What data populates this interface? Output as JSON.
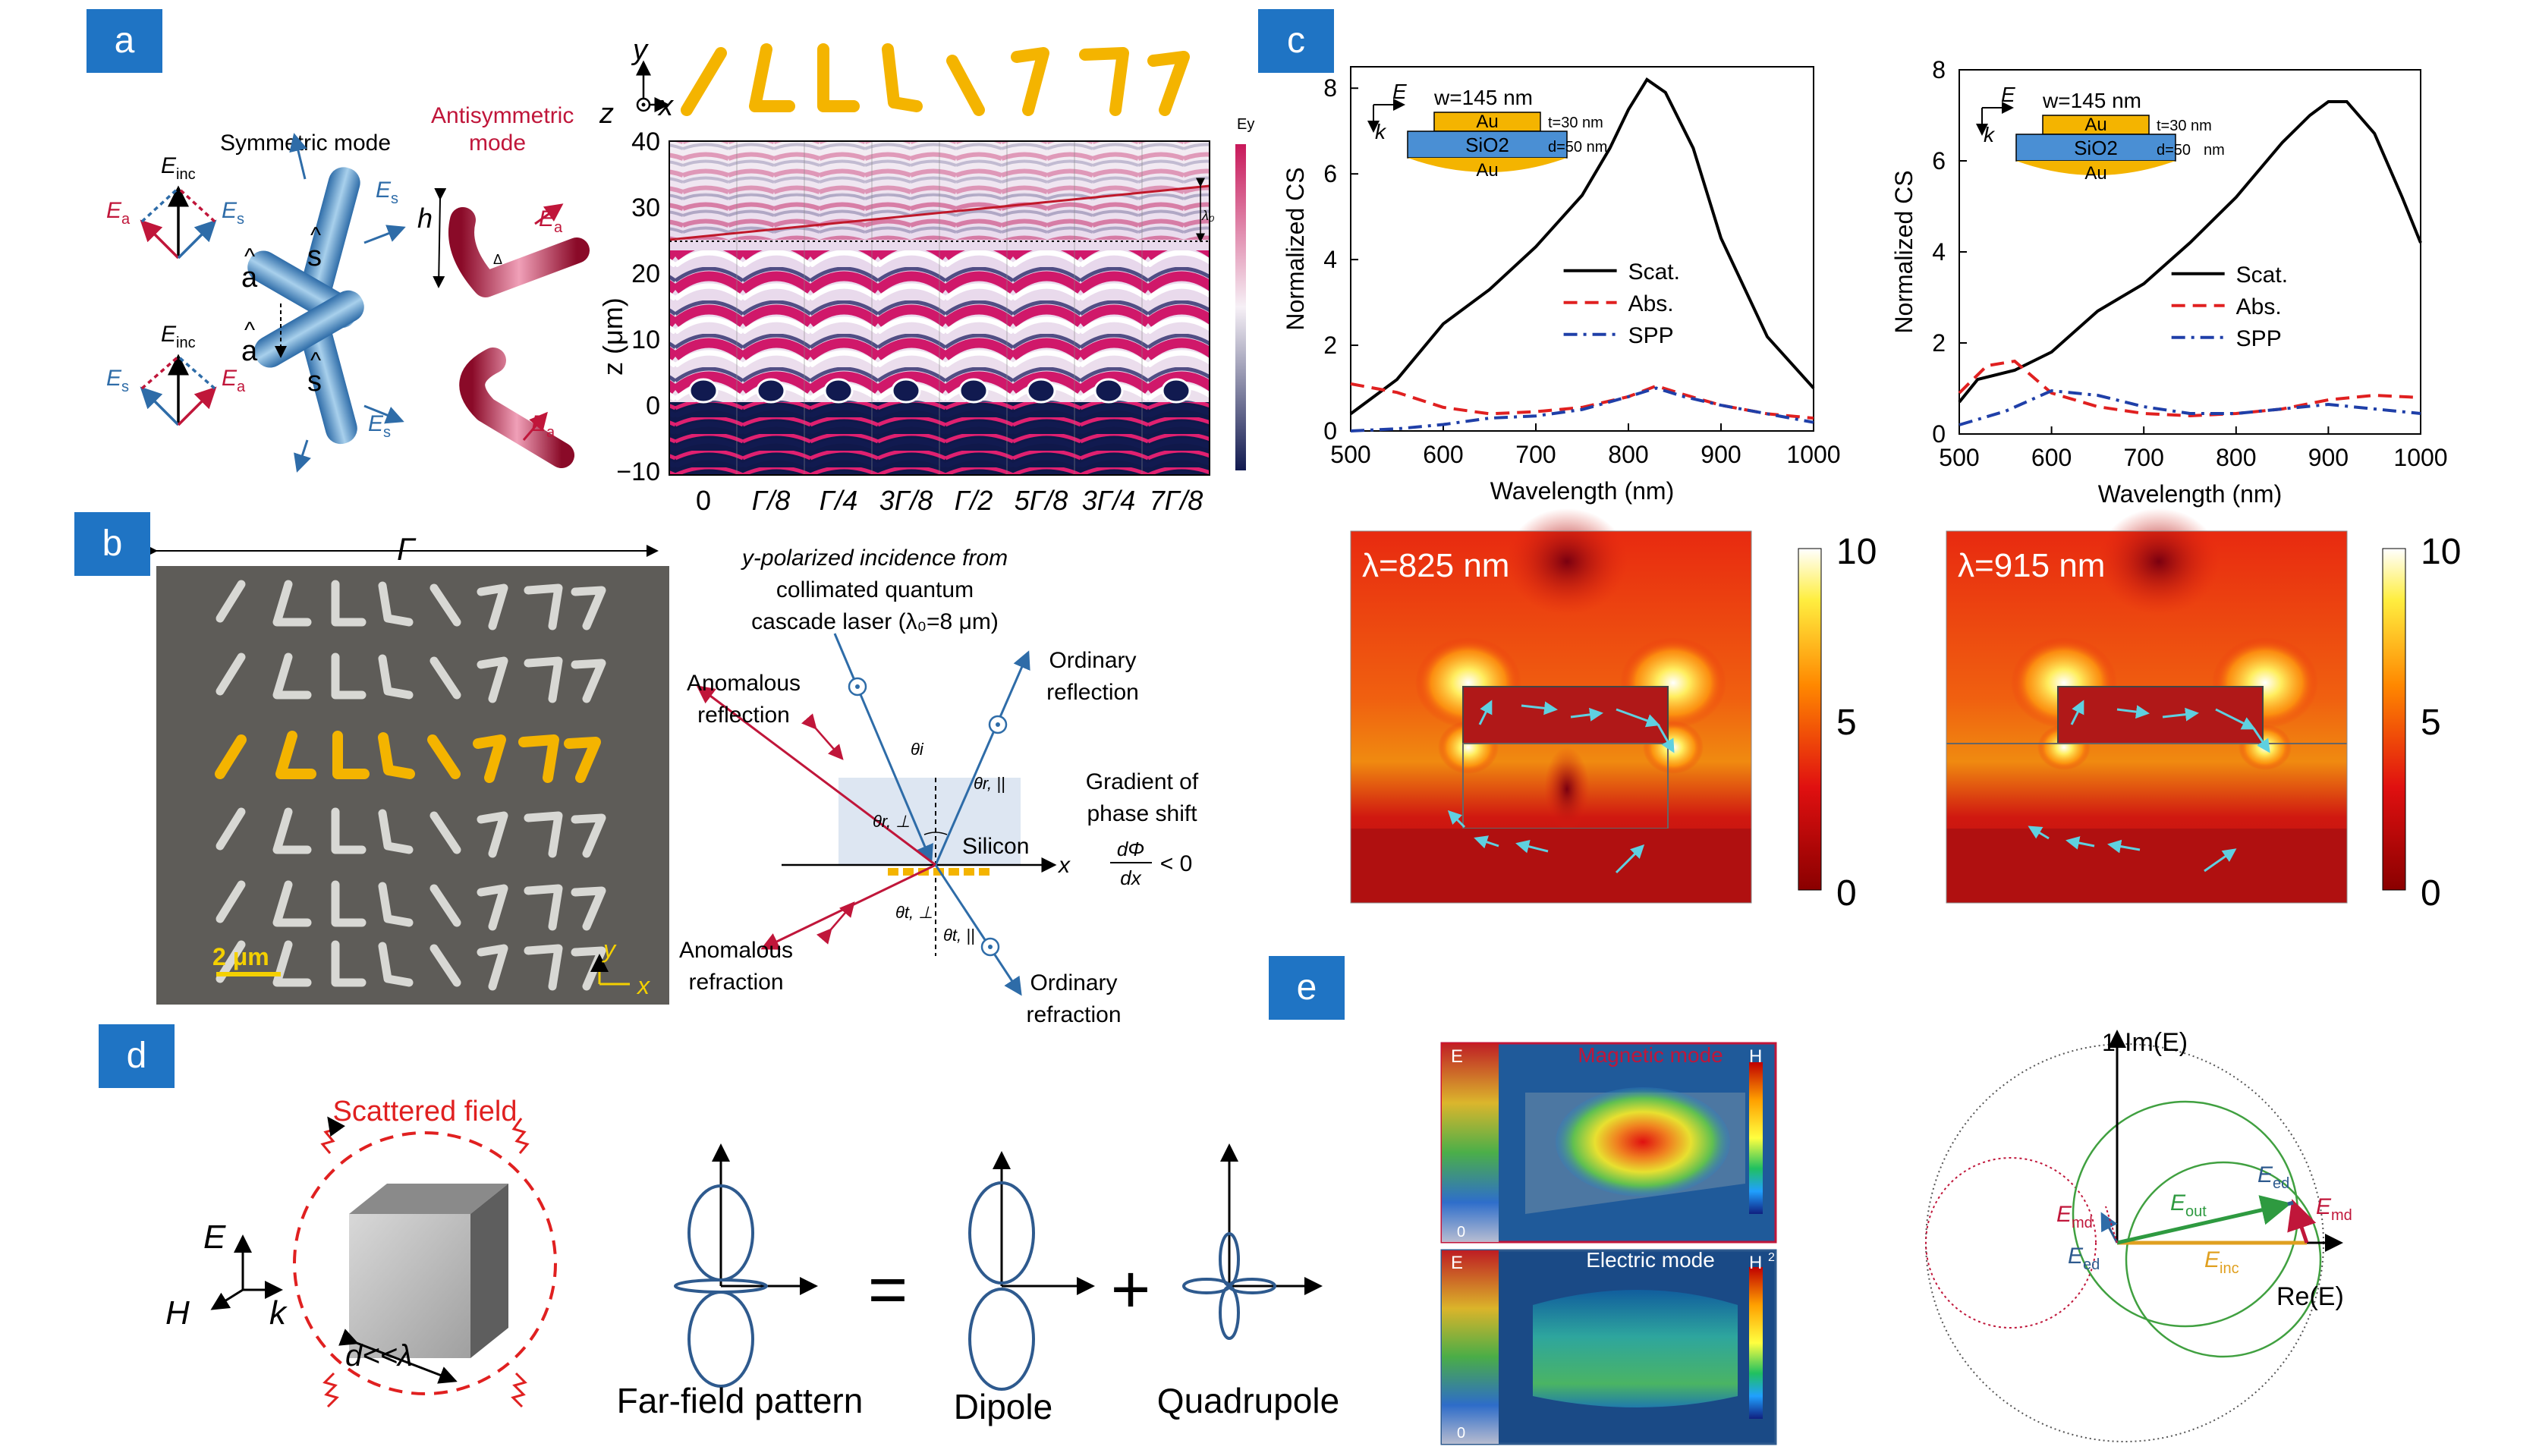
{
  "panels": {
    "a": {
      "label": "a",
      "symmetric_mode": "Symmetric mode",
      "antisymmetric_mode": [
        "Antisymmetric",
        "mode"
      ],
      "vec": {
        "E_inc": "E",
        "inc_sub": "inc",
        "E_s": "E",
        "s_sub": "s",
        "E_a": "E",
        "a_sub": "a",
        "s_hat": "s",
        "a_hat": "a",
        "h": "h",
        "delta": "Δ"
      },
      "axes": {
        "y": "y",
        "x": "x",
        "z": "z"
      },
      "ylabel": "z (μm)",
      "yticks": [
        "40",
        "30",
        "20",
        "10",
        "0",
        "−10"
      ],
      "xticks": [
        "0",
        "Γ/8",
        "Γ/4",
        "3Γ/8",
        "Γ/2",
        "5Γ/8",
        "3Γ/4",
        "7Γ/8"
      ],
      "colorbar_label": "Ey",
      "lambda_marker": "λ₀"
    },
    "b": {
      "label": "b",
      "gamma": "Γ",
      "scale_bar": "2 μm",
      "sem_axes": {
        "y": "y",
        "x": "x"
      },
      "incidence_text": [
        "y-polarized incidence from",
        "collimated quantum",
        "cascade laser (λ₀=8 μm)"
      ],
      "anomalous_reflection": [
        "Anomalous",
        "reflection"
      ],
      "ordinary_reflection": [
        "Ordinary",
        "reflection"
      ],
      "anomalous_refraction": [
        "Anomalous",
        "refraction"
      ],
      "ordinary_refraction": [
        "Ordinary",
        "refraction"
      ],
      "gradient_text": [
        "Gradient of",
        "phase shift"
      ],
      "gradient_formula": {
        "num": "dΦ",
        "den": "dx",
        "rel": "< 0"
      },
      "silicon": "Silicon",
      "x_axis": "x",
      "angles": {
        "theta_i": "θi",
        "theta_r_par": "θr, ||",
        "theta_r_perp": "θr, ⊥",
        "theta_t_perp": "θt, ⊥",
        "theta_t_par": "θt, ||"
      }
    },
    "c": {
      "label": "c",
      "field_maps": [
        {
          "title": "λ=825 nm",
          "colorbar_ticks": [
            "10",
            "5",
            "0"
          ]
        },
        {
          "title": "λ=915 nm",
          "colorbar_ticks": [
            "10",
            "5",
            "0"
          ]
        }
      ]
    },
    "d": {
      "label": "d",
      "scattered_field": "Scattered field",
      "axes": {
        "E": "E",
        "H": "H",
        "k": "k"
      },
      "size_label": "d<<λ",
      "equals": "=",
      "plus": "+",
      "far_field": "Far-field pattern",
      "dipole": "Dipole",
      "quadrupole": "Quadrupole"
    },
    "e": {
      "label": "e",
      "magnetic_mode": "Magnetic mode",
      "electric_mode": "Electric mode",
      "E_box": "E",
      "H_box": "H",
      "cb_zero": "0",
      "cb_two": "2",
      "im_label": "Im(E)",
      "re_label": "Re(E)",
      "one": "1",
      "E_md": "E",
      "md_sub": "md",
      "E_ed": "E",
      "ed_sub": "ed",
      "E_out": "E",
      "out_sub": "out",
      "E_inc": "E",
      "inc_sub": "inc"
    }
  },
  "colors": {
    "panel_label_bg": "#1f74c4",
    "gold": "#f4b400",
    "crimson": "#c0163a",
    "steel_blue": "#2e6ca8",
    "scat": "#000000",
    "abs": "#e02020",
    "spp": "#1f3fa8"
  },
  "chart_data": [
    {
      "type": "line",
      "xlabel": "Wavelength (nm)",
      "ylabel": "Normalized CS",
      "xlim": [
        500,
        1000
      ],
      "ylim": [
        0,
        8.5
      ],
      "xticks": [
        500,
        600,
        700,
        800,
        900,
        1000
      ],
      "yticks": [
        0,
        2,
        4,
        6,
        8
      ],
      "legend": "center-right",
      "inset": {
        "top": "Au",
        "mid": "SiO2",
        "bottom": "Au",
        "w": "w=145 nm",
        "t": "t=30 nm",
        "d": "d=50 nm",
        "E": "E",
        "k": "k"
      },
      "series": [
        {
          "name": "Scat.",
          "color": "#000000",
          "dash": "solid",
          "x": [
            500,
            550,
            600,
            650,
            700,
            750,
            780,
            800,
            820,
            840,
            870,
            900,
            950,
            1000
          ],
          "y": [
            0.4,
            1.2,
            2.5,
            3.3,
            4.3,
            5.5,
            6.6,
            7.5,
            8.2,
            7.9,
            6.6,
            4.5,
            2.2,
            1.0
          ]
        },
        {
          "name": "Abs.",
          "color": "#e02020",
          "dash": "dashed",
          "x": [
            500,
            550,
            600,
            650,
            700,
            750,
            800,
            830,
            860,
            900,
            950,
            1000
          ],
          "y": [
            1.1,
            0.9,
            0.55,
            0.4,
            0.45,
            0.55,
            0.8,
            1.05,
            0.85,
            0.6,
            0.4,
            0.3
          ]
        },
        {
          "name": "SPP",
          "color": "#1f3fa8",
          "dash": "dashdot",
          "x": [
            500,
            550,
            600,
            650,
            700,
            750,
            800,
            830,
            860,
            900,
            950,
            1000
          ],
          "y": [
            0.0,
            0.05,
            0.15,
            0.3,
            0.35,
            0.5,
            0.8,
            1.0,
            0.8,
            0.6,
            0.4,
            0.2
          ]
        }
      ]
    },
    {
      "type": "line",
      "xlabel": "Wavelength (nm)",
      "ylabel": "Normalized CS",
      "xlim": [
        500,
        1000
      ],
      "ylim": [
        0,
        8
      ],
      "xticks": [
        500,
        600,
        700,
        800,
        900,
        1000
      ],
      "yticks": [
        0,
        2,
        4,
        6,
        8
      ],
      "legend": "center-right",
      "inset": {
        "top": "Au",
        "mid": "SiO2",
        "bottom": "Au",
        "w": "w=145 nm",
        "t": "t=30 nm",
        "d": "d=50",
        "d_unit": "nm",
        "E": "E",
        "k": "k"
      },
      "series": [
        {
          "name": "Scat.",
          "color": "#000000",
          "dash": "solid",
          "x": [
            500,
            520,
            560,
            600,
            650,
            700,
            750,
            800,
            850,
            880,
            900,
            920,
            950,
            980,
            1000
          ],
          "y": [
            0.7,
            1.2,
            1.4,
            1.8,
            2.7,
            3.3,
            4.2,
            5.2,
            6.4,
            7.0,
            7.3,
            7.3,
            6.6,
            5.2,
            4.2
          ]
        },
        {
          "name": "Abs.",
          "color": "#e02020",
          "dash": "dashed",
          "x": [
            500,
            530,
            560,
            600,
            650,
            700,
            750,
            800,
            850,
            900,
            950,
            1000
          ],
          "y": [
            0.9,
            1.5,
            1.6,
            0.9,
            0.6,
            0.45,
            0.4,
            0.45,
            0.55,
            0.75,
            0.85,
            0.8
          ]
        },
        {
          "name": "SPP",
          "color": "#1f3fa8",
          "dash": "dashdot",
          "x": [
            500,
            550,
            600,
            650,
            700,
            750,
            800,
            850,
            900,
            950,
            1000
          ],
          "y": [
            0.2,
            0.5,
            0.95,
            0.85,
            0.6,
            0.45,
            0.45,
            0.55,
            0.65,
            0.55,
            0.45
          ]
        }
      ]
    }
  ]
}
